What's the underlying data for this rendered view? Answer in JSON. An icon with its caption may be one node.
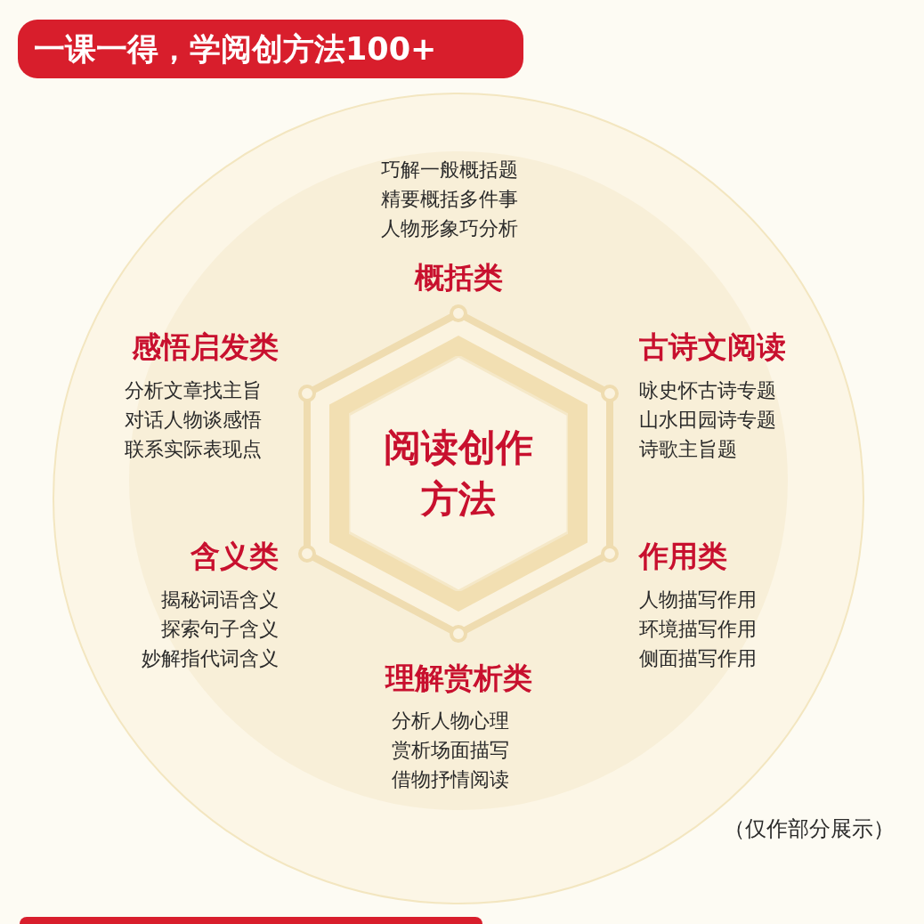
{
  "diagram": {
    "title": "一课一得，学阅创方法100+",
    "nodes": [
      {
        "text": [
          "阅读创作方法"
        ]
      }
    ],
    "edges": [],
    "labels": [
      "巧解一般概括题",
      "精要概括多件事",
      "人物形象巧分析",
      "概括类",
      "感悟启发类",
      "分析文章找主旨",
      "对话人物谈感悟",
      "联系实际表现点",
      "古诗文阅读",
      "咏史怀古诗专题",
      "山水田园诗专题",
      "诗歌主旨题",
      "含义类",
      "揭秘词语含义",
      "探索句子含义",
      "妙解指代词含义",
      "作用类",
      "人物描写作用",
      "环境描写作用",
      "侧面描写作用",
      "理解赏析类",
      "分析人物心理",
      "赏析场面描写",
      "借物抒情阅读",
      "（仅作部分展示）"
    ]
  }
}
